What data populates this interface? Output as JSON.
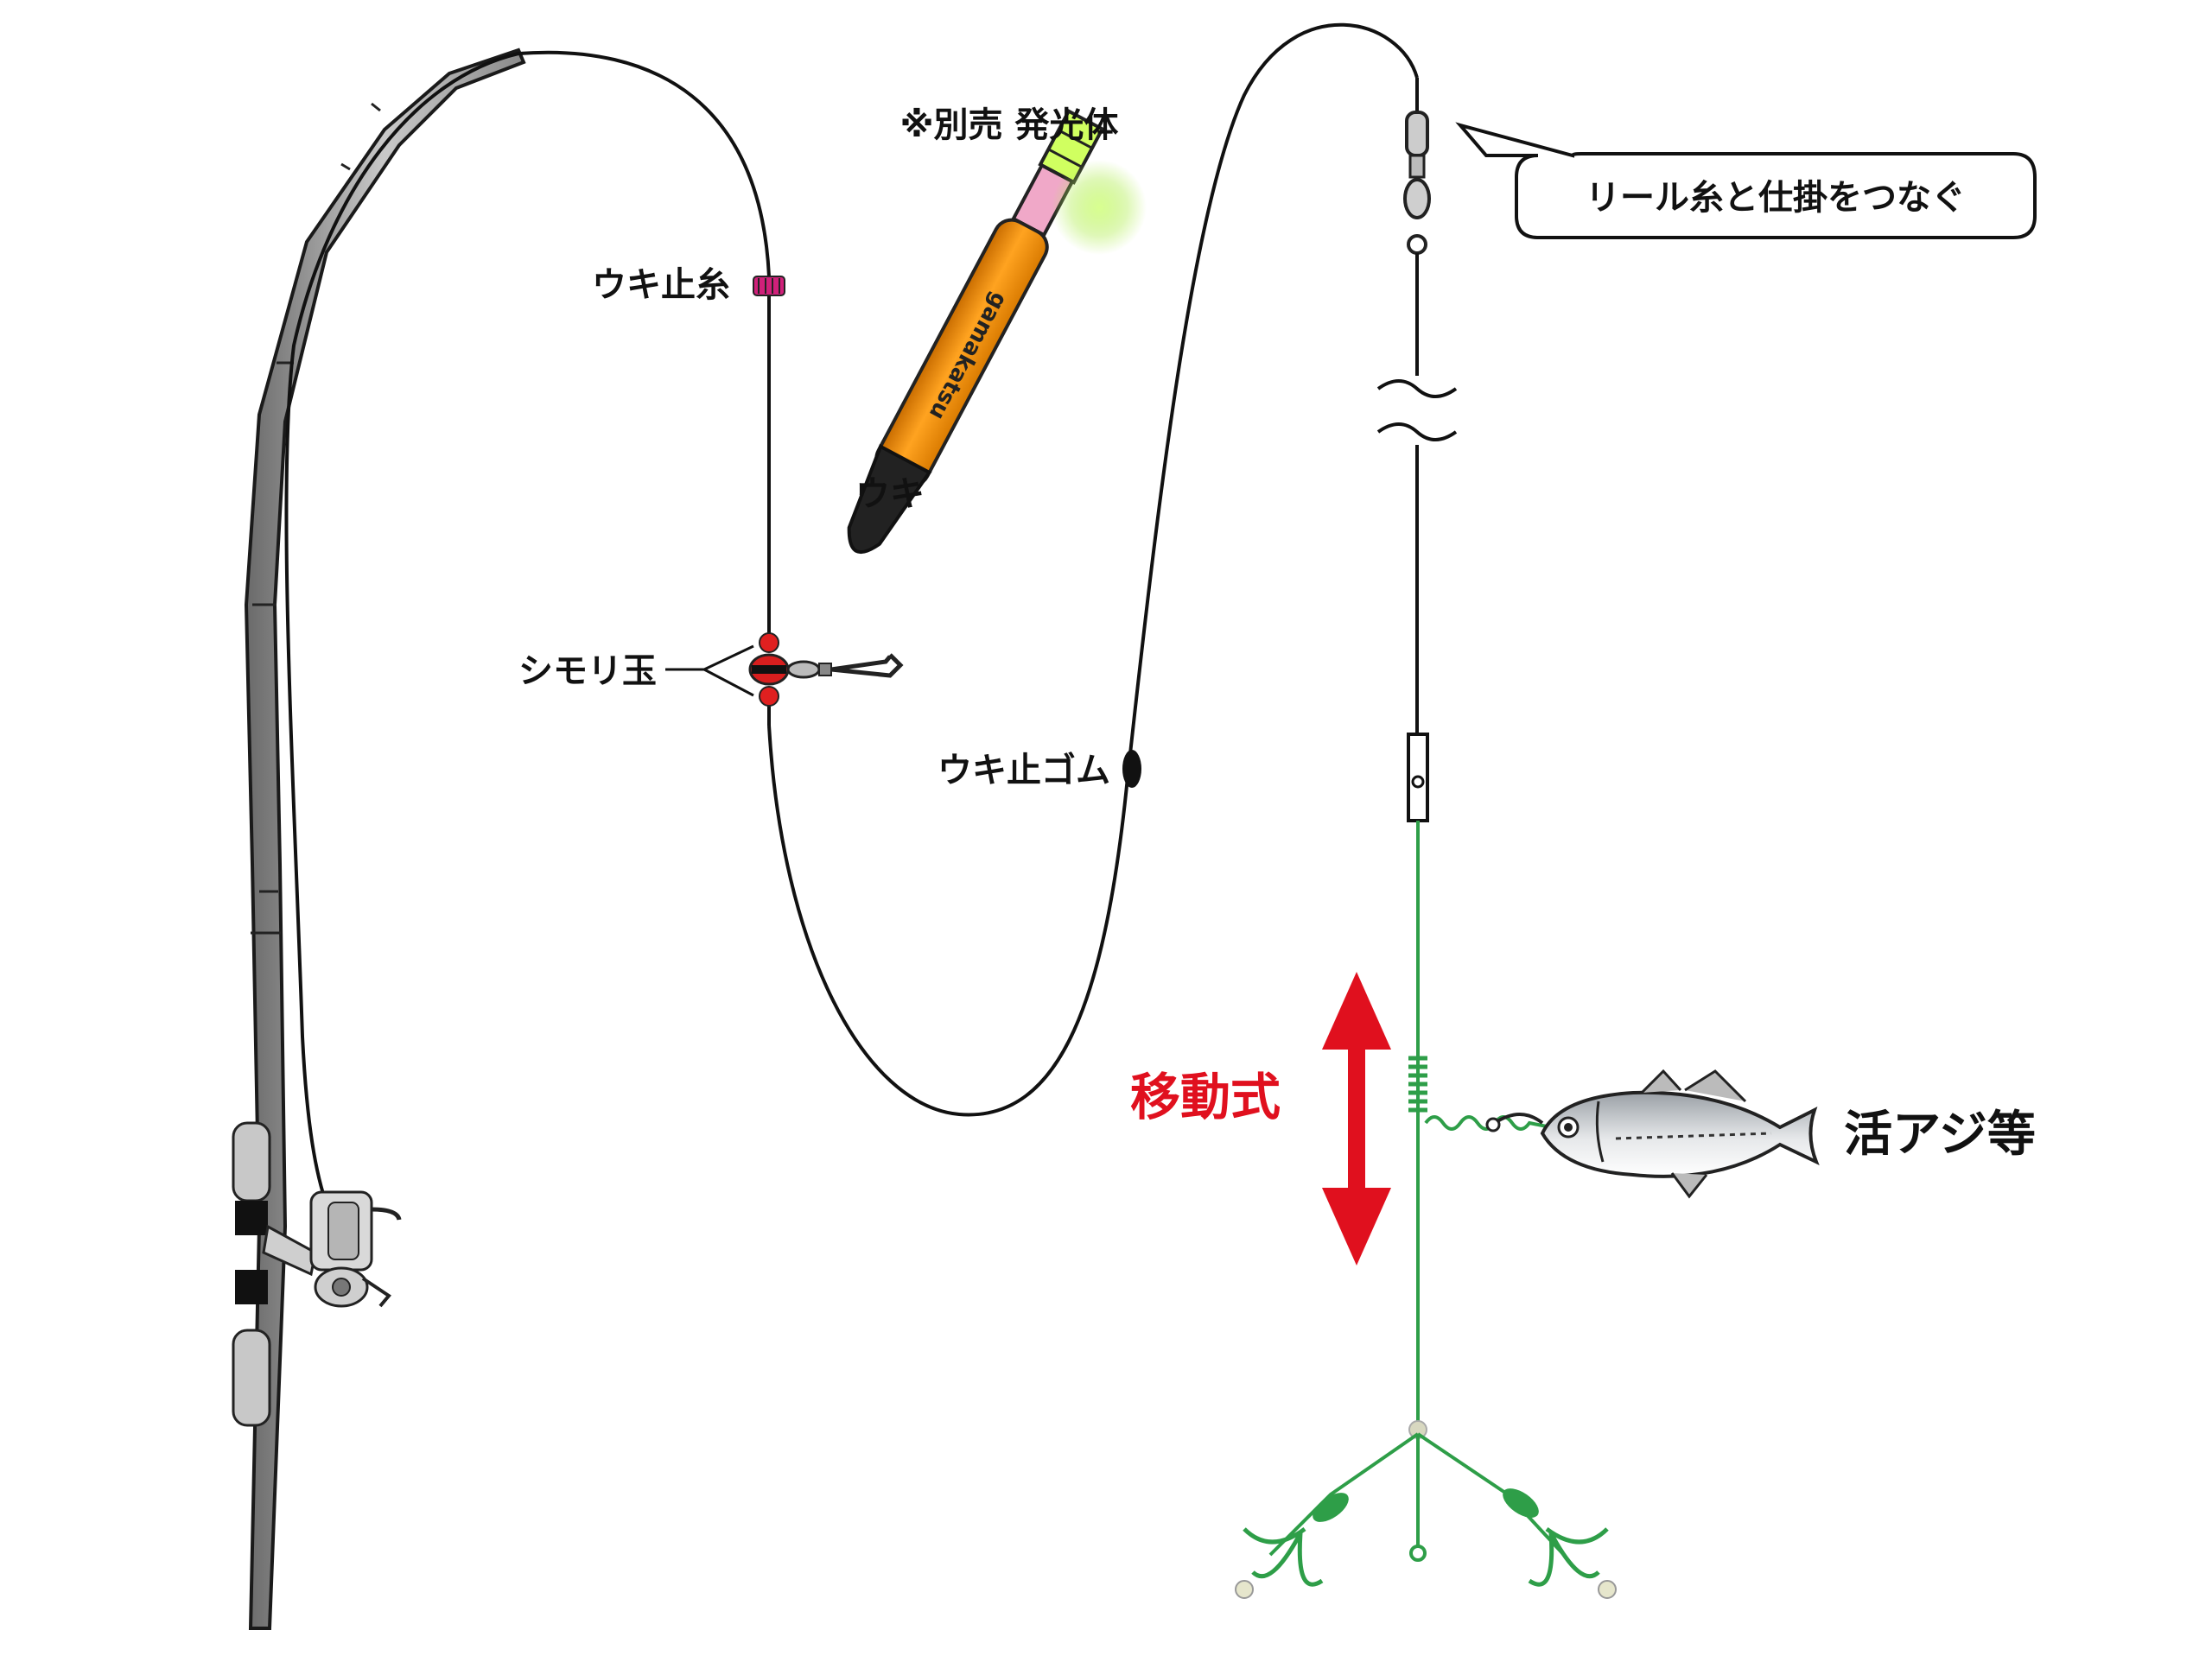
{
  "labels": {
    "glow_note": "※別売 発光体",
    "float_stop_thread": "ウキ止糸",
    "float": "ウキ",
    "float_brand": "gamakatsu",
    "shimori_bead": "シモリ玉",
    "float_stop_rubber": "ウキ止ゴム",
    "callout": "リール糸と仕掛をつなぐ",
    "movable": "移動式",
    "live_bait": "活アジ等"
  },
  "colors": {
    "line": "#111111",
    "leader": "#2e9e48",
    "float_body": "#f0900a",
    "glow": "#c8f060",
    "bead": "#d81e1e",
    "stop_thread": "#d0207a",
    "arrow": "#e0101e"
  }
}
